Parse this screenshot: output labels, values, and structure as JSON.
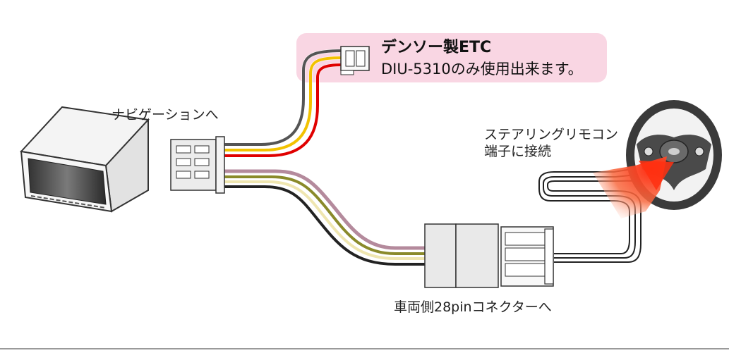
{
  "etc": {
    "title": "デンソー製ETC",
    "note": "DIU-5310のみ使用出来ます。"
  },
  "labels": {
    "navigation": "ナビゲーションへ",
    "steering_line1": "ステアリングリモコン",
    "steering_line2": "端子に接続",
    "vehicle_connector": "車両側28pinコネクターへ"
  },
  "colors": {
    "etc_box": "#f9d6e3",
    "wire_gray": "#555555",
    "wire_yellow": "#f2c200",
    "wire_red": "#e00000",
    "wire_pink": "#b48a9c",
    "wire_olive": "#8a8a2a",
    "wire_cream": "#efe6b0",
    "wire_black": "#222222",
    "connector": "#e8e8e8",
    "arrow": "#f04020"
  },
  "icons": [
    "navigation-unit-icon",
    "steering-wheel-icon",
    "signal-arrow-icon"
  ]
}
